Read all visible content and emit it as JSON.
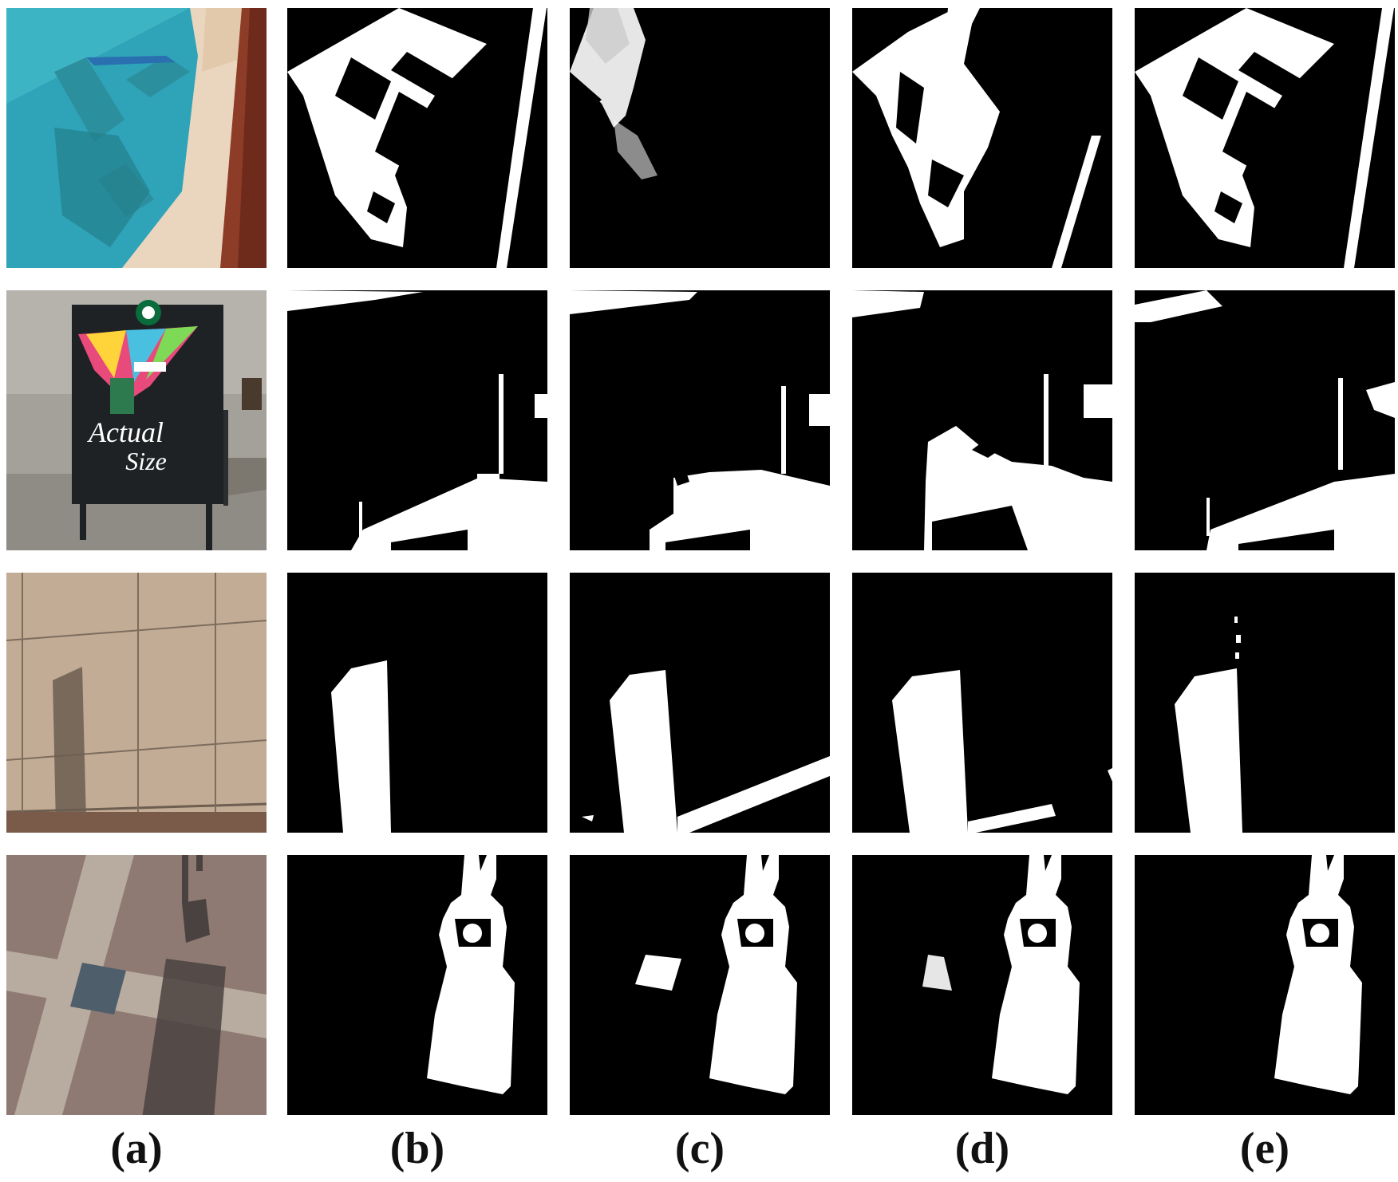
{
  "figure": {
    "columns": [
      {
        "label": "(a)"
      },
      {
        "label": "(b)"
      },
      {
        "label": "(c)"
      },
      {
        "label": "(d)"
      },
      {
        "label": "(e)"
      }
    ],
    "rows": [
      {
        "scene": "pool-steps"
      },
      {
        "scene": "cafe-sign"
      },
      {
        "scene": "tiled-wall"
      },
      {
        "scene": "paved-walkway"
      }
    ]
  },
  "colors": {
    "mask_background": "#000000",
    "mask_shadow": "#ffffff",
    "page_background": "#ffffff"
  }
}
